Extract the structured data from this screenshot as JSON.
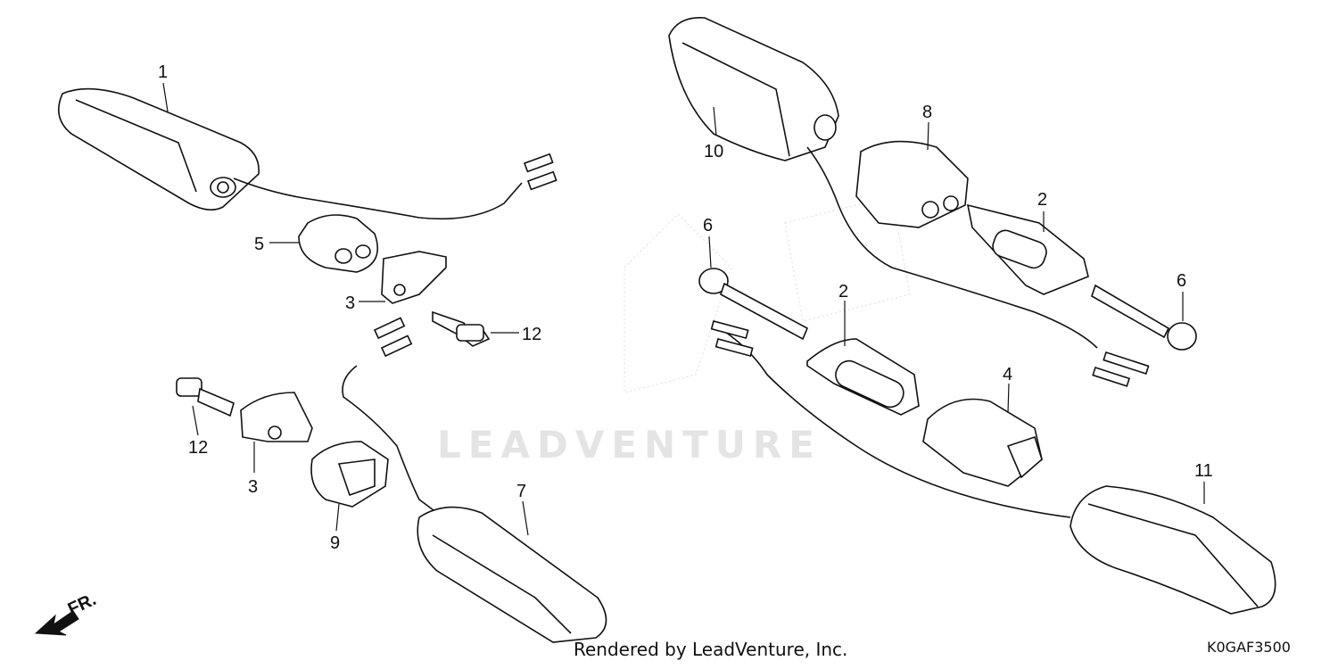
{
  "diagram": {
    "callouts": [
      {
        "id": "c1",
        "text": "1"
      },
      {
        "id": "c5",
        "text": "5"
      },
      {
        "id": "c3a",
        "text": "3"
      },
      {
        "id": "c12a",
        "text": "12"
      },
      {
        "id": "c12b",
        "text": "12"
      },
      {
        "id": "c3b",
        "text": "3"
      },
      {
        "id": "c9",
        "text": "9"
      },
      {
        "id": "c7",
        "text": "7"
      },
      {
        "id": "c10",
        "text": "10"
      },
      {
        "id": "c8",
        "text": "8"
      },
      {
        "id": "c2a",
        "text": "2"
      },
      {
        "id": "c6a",
        "text": "6"
      },
      {
        "id": "c6b",
        "text": "6"
      },
      {
        "id": "c2b",
        "text": "2"
      },
      {
        "id": "c4",
        "text": "4"
      },
      {
        "id": "c11",
        "text": "11"
      }
    ],
    "direction_label": "FR.",
    "watermark": "LEADVENTURE",
    "render_credit": "Rendered by LeadVenture, Inc.",
    "diagram_code": "K0GAF3500"
  }
}
